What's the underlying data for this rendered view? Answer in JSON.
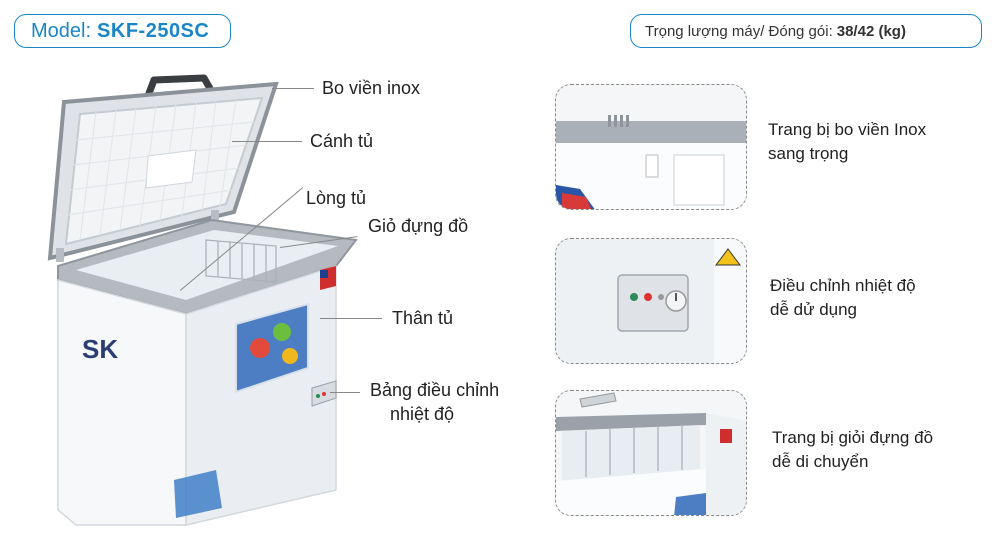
{
  "header": {
    "model_label": "Model:",
    "model_value": "SKF-250SC",
    "weight_label": "Trọng lượng máy/ Đóng gói:",
    "weight_value": "38/42 (kg)"
  },
  "callouts": [
    {
      "id": "bo-vien",
      "text": "Bo viền inox"
    },
    {
      "id": "canh-tu",
      "text": "Cánh tủ"
    },
    {
      "id": "long-tu",
      "text": "Lòng tủ"
    },
    {
      "id": "gio-dung-do",
      "text": "Giỏ đựng đồ"
    },
    {
      "id": "than-tu",
      "text": "Thân tủ"
    },
    {
      "id": "bang-dieu-chinh-1",
      "text": "Bảng điều chỉnh"
    },
    {
      "id": "bang-dieu-chinh-2",
      "text": "nhiệt độ"
    }
  ],
  "features": [
    {
      "line1": "Trang bị bo viền Inox",
      "line2": "sang trọng"
    },
    {
      "line1": "Điều chỉnh nhiệt độ",
      "line2": "dễ dử dụng"
    },
    {
      "line1": "Trang bị giỏi đựng đồ",
      "line2": "dễ di chuyển"
    }
  ],
  "product": {
    "brand_logo": "SK",
    "colors": {
      "accent": "#1a86c7",
      "body": "#f4f6f8",
      "trim": "#9aa1a8"
    }
  }
}
